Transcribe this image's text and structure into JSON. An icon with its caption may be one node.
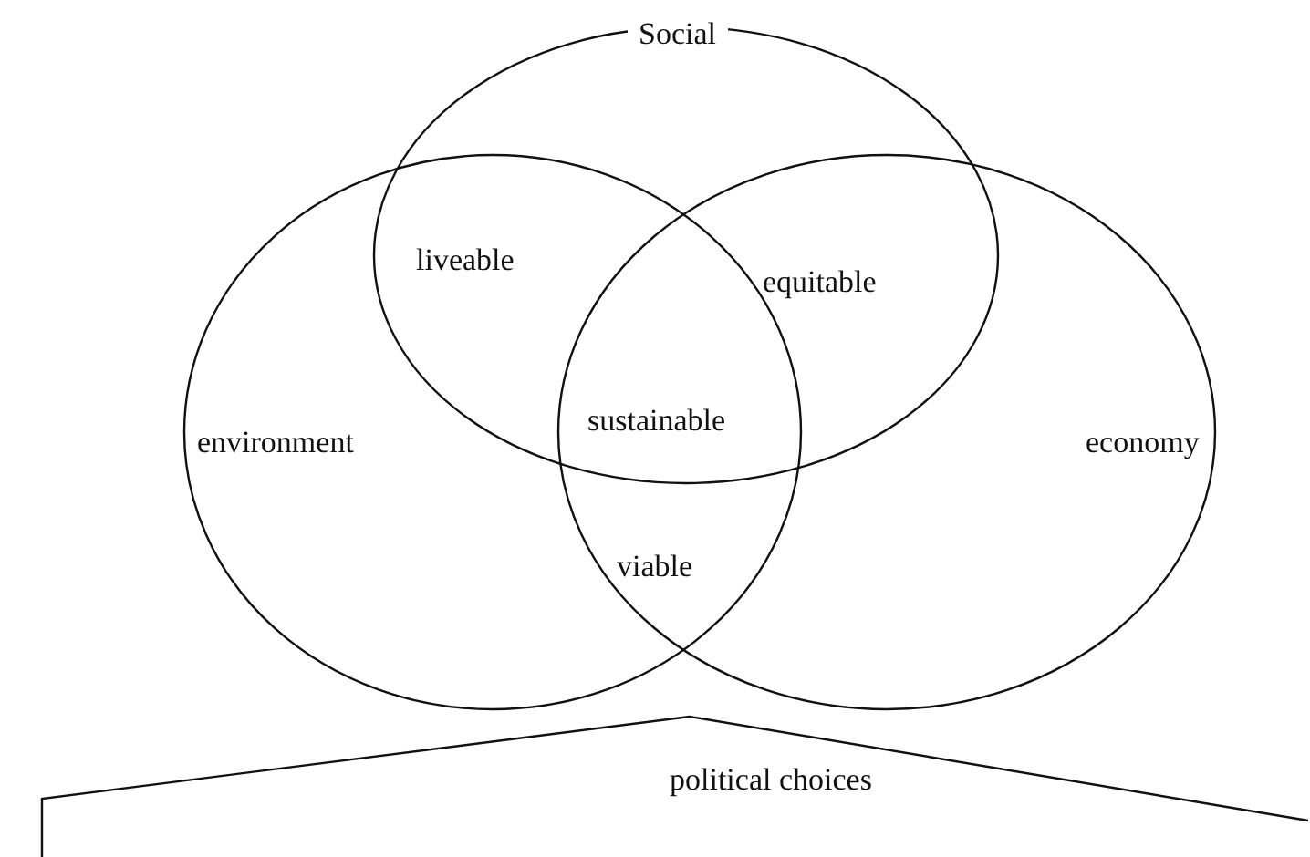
{
  "diagram": {
    "nodes": [
      {
        "text": [
          "Social"
        ]
      },
      {
        "text": [
          "environment"
        ]
      },
      {
        "text": [
          "economy"
        ]
      },
      {
        "text": [
          "political choices"
        ]
      }
    ],
    "labels": [
      "liveable",
      "equitable",
      "sustainable",
      "viable"
    ]
  }
}
